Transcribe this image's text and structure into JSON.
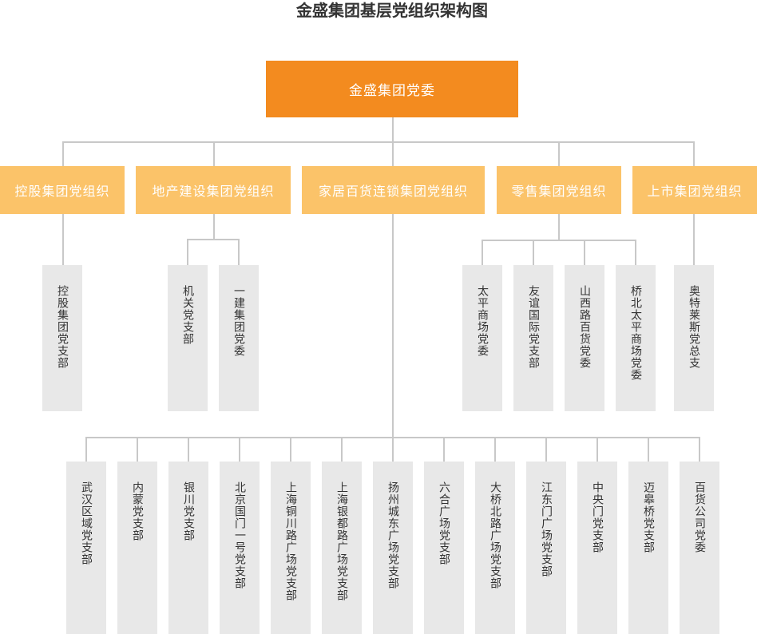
{
  "title": "金盛集团基层党组织架构图",
  "root": {
    "label": "金盛集团党委"
  },
  "level1": [
    {
      "label": "控股集团党组织",
      "children": [
        "控股集团党支部"
      ]
    },
    {
      "label": "地产建设集团党组织",
      "children": [
        "机关党支部",
        "一建集团党委"
      ]
    },
    {
      "label": "家居百货连锁集团党组织",
      "children": [
        "武汉区域党支部",
        "内蒙党支部",
        "银川党支部",
        "北京国门一号党支部",
        "上海铜川路广场党支部",
        "上海银都路广场党支部",
        "扬州城东广场党支部",
        "六合广场党支部",
        "大桥北路广场党支部",
        "江东门广场党支部",
        "中央门党支部",
        "迈皋桥党支部",
        "百货公司党委"
      ]
    },
    {
      "label": "零售集团党组织",
      "children": [
        "太平商场党委",
        "友谊国际党支部",
        "山西路百货党委",
        "桥北太平商场党委"
      ]
    },
    {
      "label": "上市集团党组织",
      "children": [
        "奥特莱斯党总支"
      ]
    }
  ],
  "colors": {
    "root": "#f38b1f",
    "level1": "#fbc369",
    "leaf": "#e8e8e8",
    "line": "#c8c8c8"
  }
}
